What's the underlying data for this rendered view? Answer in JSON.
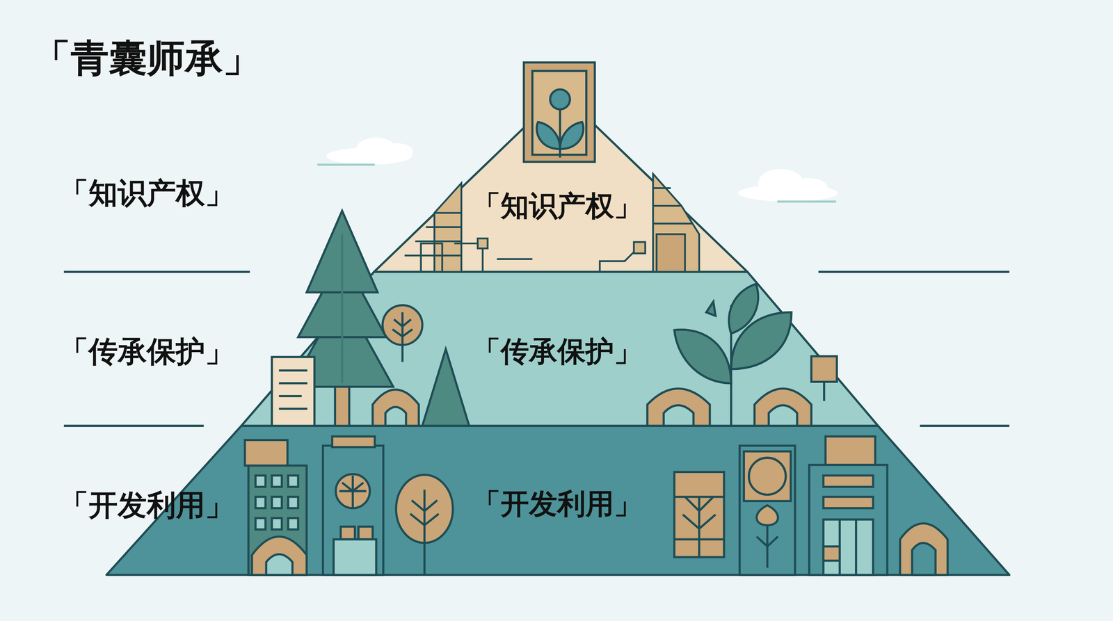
{
  "diagram": {
    "title": "「青囊师承」",
    "nodes": [
      {
        "text": [
          "「知识产权」"
        ]
      },
      {
        "text": [
          "「传承保护」"
        ]
      },
      {
        "text": [
          "「开发利用」"
        ]
      }
    ],
    "labels": [
      "「知识产权」",
      "「传承保护」",
      "「开发利用」"
    ]
  }
}
